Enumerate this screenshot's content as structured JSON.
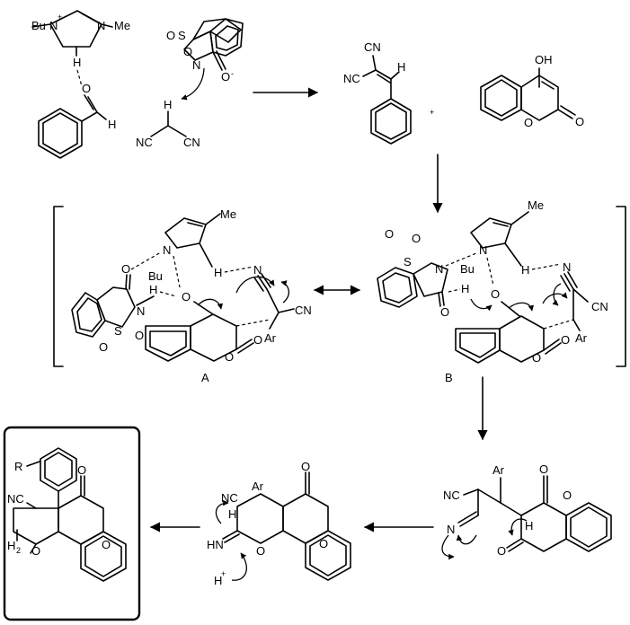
{
  "atoms": {
    "bu": "Bu",
    "me": "Me",
    "n": "N",
    "n_plus": "N",
    "plus": "+",
    "h": "H",
    "o": "O",
    "o_minus": "O",
    "minus": "-",
    "s": "S",
    "cn": "CN",
    "nc": "NC",
    "oh": "OH",
    "ar": "Ar",
    "r": "R",
    "hn": "HN",
    "h2n": "H",
    "sub2": "2",
    "dot_plus": "+"
  },
  "labels": {
    "intermediate_a": "A",
    "intermediate_b": "B"
  }
}
